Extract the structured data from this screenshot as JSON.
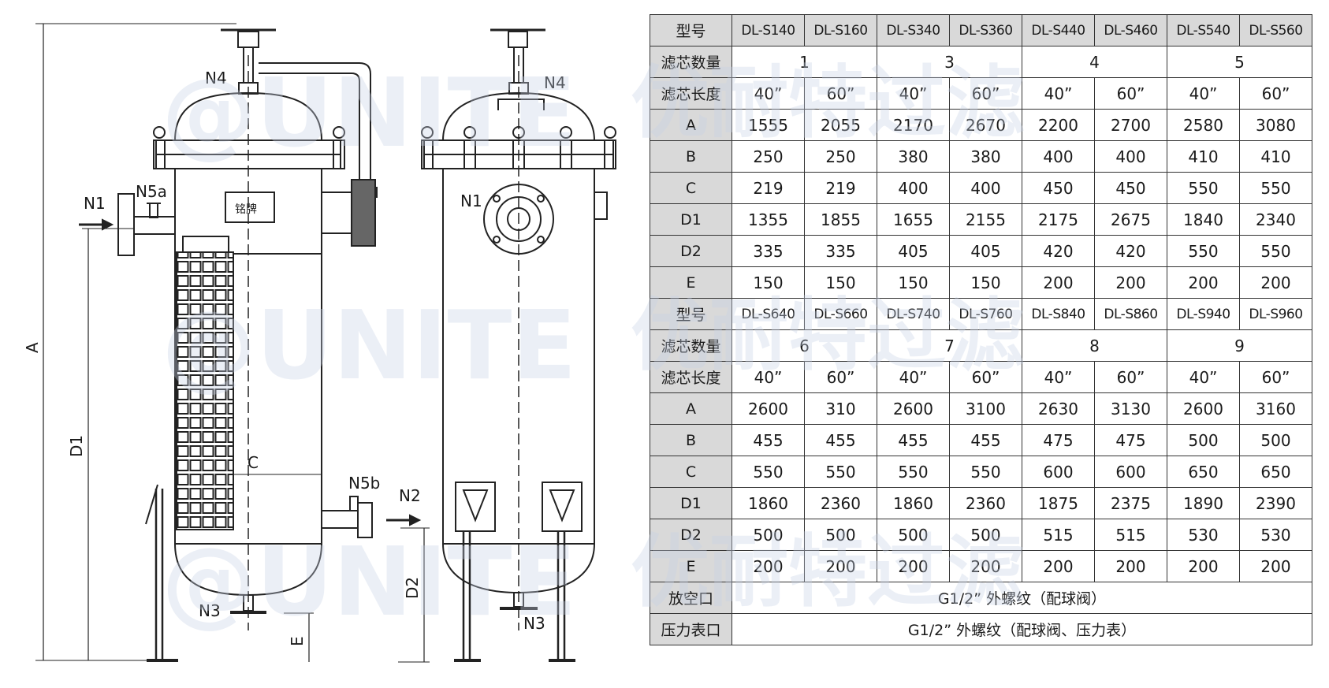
{
  "drawing_labels": {
    "n1_left": "N1",
    "n5a": "N5a",
    "n4_left": "N4",
    "n5b": "N5b",
    "n2": "N2",
    "n3_left": "N3",
    "dim_a": "A",
    "dim_d1": "D1",
    "dim_c": "C",
    "dim_d2": "D2",
    "dim_e": "E",
    "n4_right": "N4",
    "n1_right": "N1",
    "n3_right": "N3",
    "nameplate": "铭牌"
  },
  "watermark": {
    "brand": "@UNITE",
    "chinese": "优耐特过滤"
  },
  "table": {
    "row_labels": {
      "model": "型号",
      "count": "滤芯数量",
      "length": "滤芯长度",
      "vent": "放空口",
      "gauge": "压力表口"
    },
    "groups": [
      {
        "models": [
          "DL-S140",
          "DL-S160",
          "DL-S340",
          "DL-S360",
          "DL-S440",
          "DL-S460",
          "DL-S540",
          "DL-S560"
        ],
        "counts": [
          "1",
          "3",
          "4",
          "5"
        ],
        "lengths": [
          "40”",
          "60”",
          "40”",
          "60”",
          "40”",
          "60”",
          "40”",
          "60”"
        ],
        "dims": [
          {
            "label": "A",
            "values": [
              "1555",
              "2055",
              "2170",
              "2670",
              "2200",
              "2700",
              "2580",
              "3080"
            ]
          },
          {
            "label": "B",
            "values": [
              "250",
              "250",
              "380",
              "380",
              "400",
              "400",
              "410",
              "410"
            ]
          },
          {
            "label": "C",
            "values": [
              "219",
              "219",
              "400",
              "400",
              "450",
              "450",
              "550",
              "550"
            ]
          },
          {
            "label": "D1",
            "values": [
              "1355",
              "1855",
              "1655",
              "2155",
              "2175",
              "2675",
              "1840",
              "2340"
            ]
          },
          {
            "label": "D2",
            "values": [
              "335",
              "335",
              "405",
              "405",
              "420",
              "420",
              "550",
              "550"
            ]
          },
          {
            "label": "E",
            "values": [
              "150",
              "150",
              "150",
              "150",
              "200",
              "200",
              "200",
              "200"
            ]
          }
        ]
      },
      {
        "models": [
          "DL-S640",
          "DL-S660",
          "DL-S740",
          "DL-S760",
          "DL-S840",
          "DL-S860",
          "DL-S940",
          "DL-S960"
        ],
        "counts": [
          "6",
          "7",
          "8",
          "9"
        ],
        "lengths": [
          "40”",
          "60”",
          "40”",
          "60”",
          "40”",
          "60”",
          "40”",
          "60”"
        ],
        "dims": [
          {
            "label": "A",
            "values": [
              "2600",
              "310",
              "2600",
              "3100",
              "2630",
              "3130",
              "2600",
              "3160"
            ]
          },
          {
            "label": "B",
            "values": [
              "455",
              "455",
              "455",
              "455",
              "475",
              "475",
              "500",
              "500"
            ]
          },
          {
            "label": "C",
            "values": [
              "550",
              "550",
              "550",
              "550",
              "600",
              "600",
              "650",
              "650"
            ]
          },
          {
            "label": "D1",
            "values": [
              "1860",
              "2360",
              "1860",
              "2360",
              "1875",
              "2375",
              "1890",
              "2390"
            ]
          },
          {
            "label": "D2",
            "values": [
              "500",
              "500",
              "500",
              "500",
              "515",
              "515",
              "530",
              "530"
            ]
          },
          {
            "label": "E",
            "values": [
              "200",
              "200",
              "200",
              "200",
              "200",
              "200",
              "200",
              "200"
            ]
          }
        ]
      }
    ],
    "vent_value": "G1/2” 外螺纹（配球阀）",
    "gauge_value": "G1/2” 外螺纹（配球阀、压力表）"
  }
}
